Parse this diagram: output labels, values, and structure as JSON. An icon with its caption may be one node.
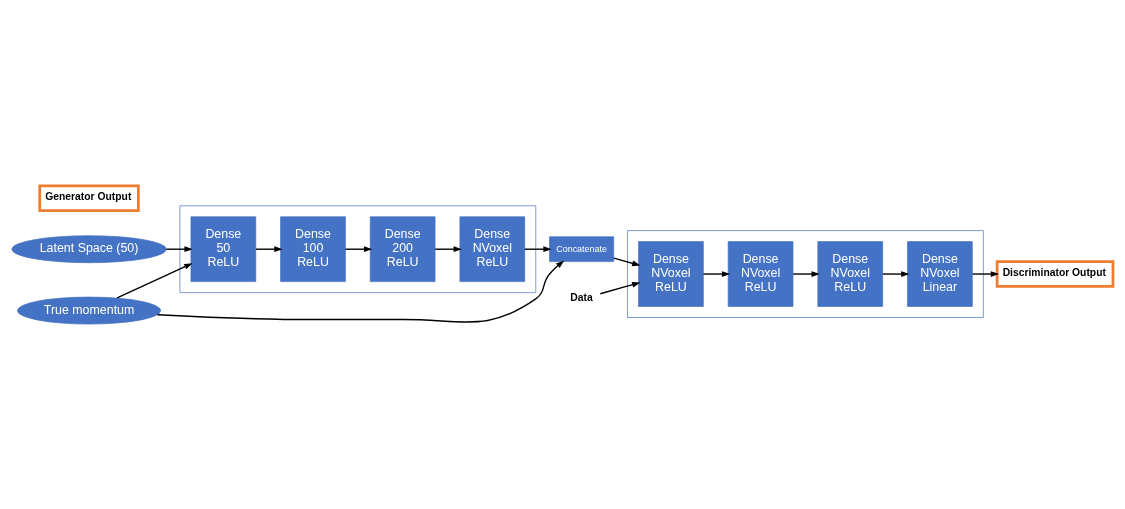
{
  "diagram": {
    "nodes": [
      {
        "text": [
          "Latent Space (50)"
        ]
      },
      {
        "text": [],
        "shape": "box"
      },
      {
        "text": [
          "Dense 50 ReLU"
        ],
        "in": 1
      },
      {
        "text": [
          "Dense 100 ReLU"
        ],
        "in": 1
      },
      {
        "text": [
          "Dense 200 ReLU"
        ],
        "in": 1
      },
      {
        "text": [
          "Dense NVoxel ReLU"
        ],
        "in": 1
      },
      {
        "text": [
          "Generator Output"
        ]
      },
      {
        "text": [
          "True momentum"
        ]
      },
      {
        "text": [
          "Concatenate"
        ]
      },
      {
        "text": [
          "Discriminator Output"
        ]
      },
      {
        "text": [],
        "shape": "box"
      },
      {
        "text": [
          "Dense NVoxel Linear"
        ],
        "in": 10
      },
      {
        "text": [
          "Dense NVoxel ReLU"
        ],
        "in": 10
      },
      {
        "text": [
          "Dense NVoxel ReLU"
        ],
        "in": 10
      },
      {
        "text": [
          "Dense NVoxel ReLU"
        ],
        "in": 10
      },
      {
        "text": [
          "Data"
        ]
      }
    ],
    "edges": [
      {
        "from": 0,
        "to": 2,
        "arrow": "to"
      },
      {
        "from": 2,
        "to": 3,
        "arrow": "to"
      },
      {
        "from": 3,
        "to": 4,
        "arrow": "to"
      },
      {
        "from": 4,
        "to": 5,
        "arrow": "to"
      },
      {
        "from": 5,
        "to": 8,
        "arrow": "to"
      },
      {
        "from": 7,
        "to": 8,
        "arrow": "to"
      },
      {
        "from": 7,
        "to": 2,
        "arrow": "to"
      },
      {
        "from": 8,
        "to": 14,
        "arrow": "to"
      },
      {
        "from": 15,
        "to": 14,
        "arrow": "to"
      },
      {
        "from": 14,
        "to": 13,
        "arrow": "to"
      },
      {
        "from": 13,
        "to": 12,
        "arrow": "to"
      },
      {
        "from": 12,
        "to": 11,
        "arrow": "to"
      },
      {
        "from": 11,
        "to": 9,
        "arrow": "to"
      }
    ]
  }
}
